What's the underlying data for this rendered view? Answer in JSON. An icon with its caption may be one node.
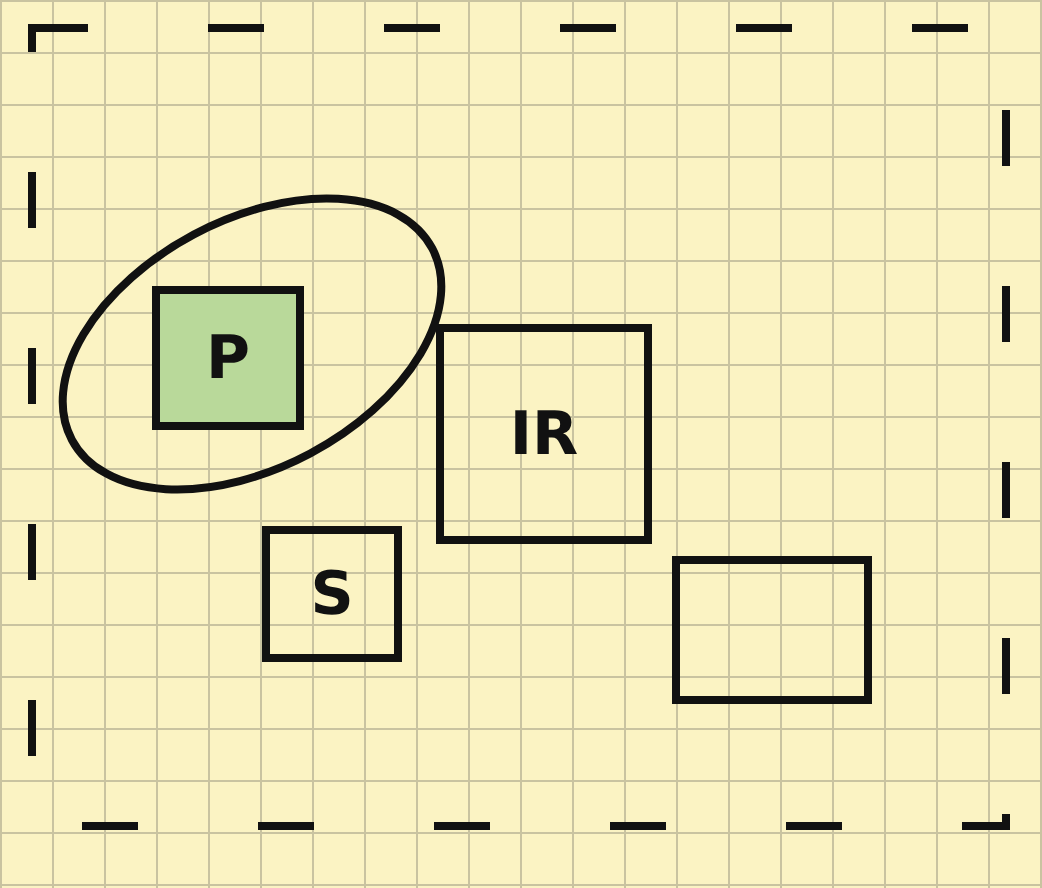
{
  "diagram": {
    "nodes": [
      {
        "text": [],
        "shape": "box"
      },
      {
        "text": [],
        "shape": "ellipse",
        "in": 0
      },
      {
        "text": [
          "P"
        ],
        "in": 1
      },
      {
        "text": [
          "IR"
        ],
        "in": 0
      },
      {
        "text": [
          "S"
        ],
        "in": 0
      },
      {
        "text": [],
        "shape": "box",
        "in": 0
      }
    ]
  }
}
